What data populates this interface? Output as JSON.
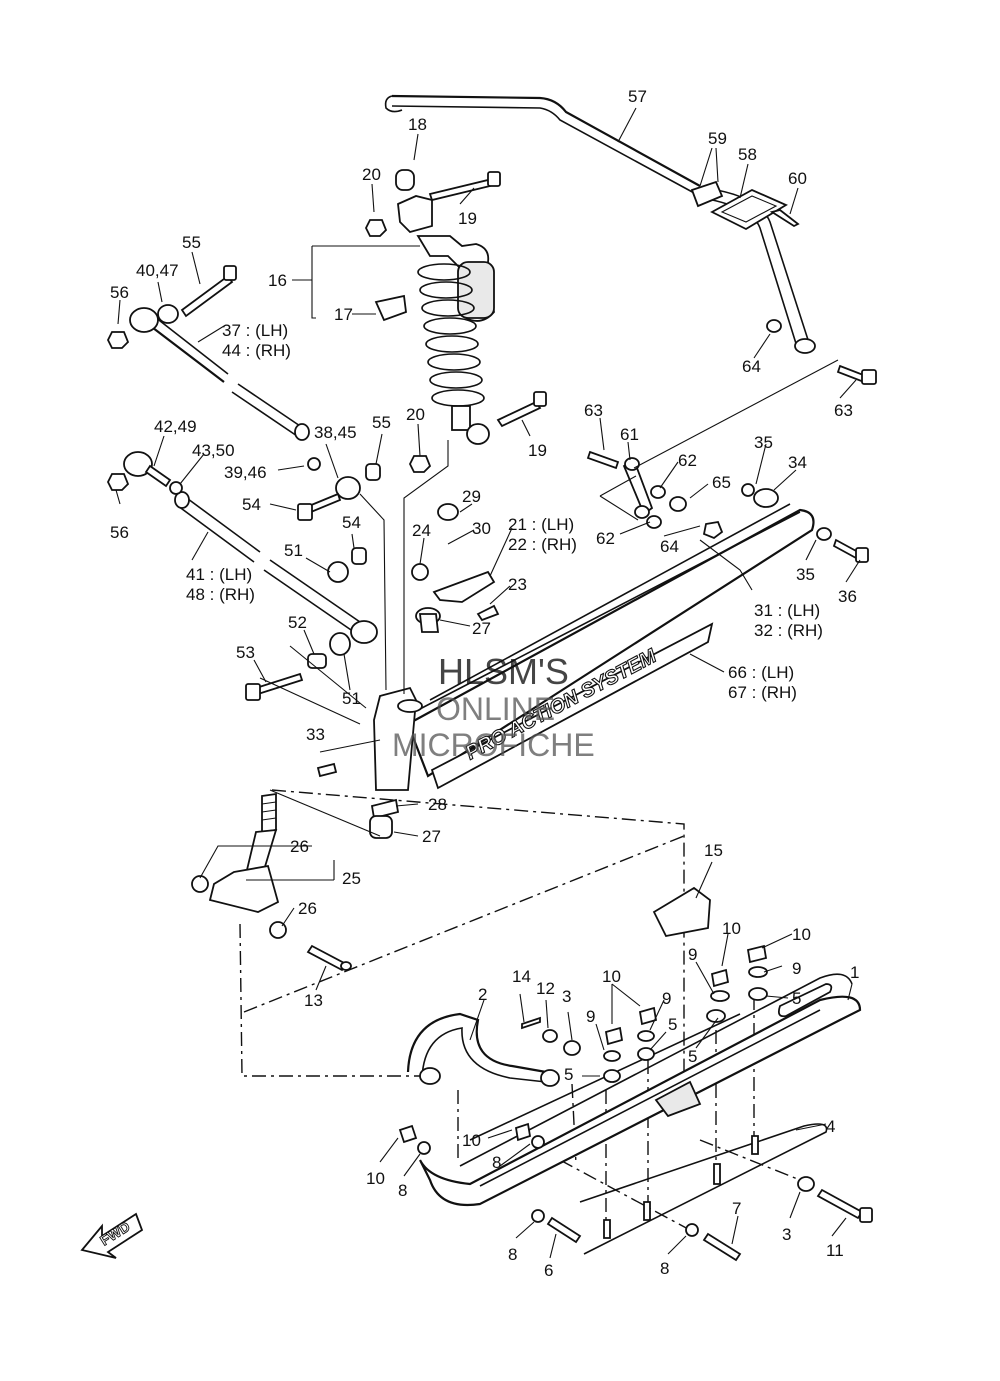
{
  "watermark": {
    "line1": "HLSM'S",
    "line2": "ONLINE",
    "line3": "MICROFICHE"
  },
  "decal_text": "PRO ACTION SYSTEM",
  "fwd_label": "FWD",
  "callouts": [
    {
      "id": "1",
      "text": "1"
    },
    {
      "id": "2",
      "text": "2"
    },
    {
      "id": "3a",
      "text": "3"
    },
    {
      "id": "3b",
      "text": "3"
    },
    {
      "id": "4",
      "text": "4"
    },
    {
      "id": "5a",
      "text": "5"
    },
    {
      "id": "5b",
      "text": "5"
    },
    {
      "id": "5c",
      "text": "5"
    },
    {
      "id": "5d",
      "text": "5"
    },
    {
      "id": "6",
      "text": "6"
    },
    {
      "id": "7",
      "text": "7"
    },
    {
      "id": "8a",
      "text": "8"
    },
    {
      "id": "8b",
      "text": "8"
    },
    {
      "id": "8c",
      "text": "8"
    },
    {
      "id": "8d",
      "text": "8"
    },
    {
      "id": "9a",
      "text": "9"
    },
    {
      "id": "9b",
      "text": "9"
    },
    {
      "id": "9c",
      "text": "9"
    },
    {
      "id": "9d",
      "text": "9"
    },
    {
      "id": "10a",
      "text": "10"
    },
    {
      "id": "10b",
      "text": "10"
    },
    {
      "id": "10c",
      "text": "10"
    },
    {
      "id": "10d",
      "text": "10"
    },
    {
      "id": "10e",
      "text": "10"
    },
    {
      "id": "11",
      "text": "11"
    },
    {
      "id": "12",
      "text": "12"
    },
    {
      "id": "13",
      "text": "13"
    },
    {
      "id": "14",
      "text": "14"
    },
    {
      "id": "15",
      "text": "15"
    },
    {
      "id": "16",
      "text": "16"
    },
    {
      "id": "17",
      "text": "17"
    },
    {
      "id": "18",
      "text": "18"
    },
    {
      "id": "19a",
      "text": "19"
    },
    {
      "id": "19b",
      "text": "19"
    },
    {
      "id": "20a",
      "text": "20"
    },
    {
      "id": "20b",
      "text": "20"
    },
    {
      "id": "21",
      "text": "21 : (LH)"
    },
    {
      "id": "22",
      "text": "22 : (RH)"
    },
    {
      "id": "23",
      "text": "23"
    },
    {
      "id": "24",
      "text": "24"
    },
    {
      "id": "25",
      "text": "25"
    },
    {
      "id": "26a",
      "text": "26"
    },
    {
      "id": "26b",
      "text": "26"
    },
    {
      "id": "27a",
      "text": "27"
    },
    {
      "id": "27b",
      "text": "27"
    },
    {
      "id": "28",
      "text": "28"
    },
    {
      "id": "29",
      "text": "29"
    },
    {
      "id": "30",
      "text": "30"
    },
    {
      "id": "31",
      "text": "31 : (LH)"
    },
    {
      "id": "32",
      "text": "32 : (RH)"
    },
    {
      "id": "33",
      "text": "33"
    },
    {
      "id": "34",
      "text": "34"
    },
    {
      "id": "35a",
      "text": "35"
    },
    {
      "id": "35b",
      "text": "35"
    },
    {
      "id": "36",
      "text": "36"
    },
    {
      "id": "37",
      "text": "37 : (LH)"
    },
    {
      "id": "44",
      "text": "44 : (RH)"
    },
    {
      "id": "38_45",
      "text": "38,45"
    },
    {
      "id": "39_46",
      "text": "39,46"
    },
    {
      "id": "40_47",
      "text": "40,47"
    },
    {
      "id": "41",
      "text": "41 : (LH)"
    },
    {
      "id": "48",
      "text": "48 : (RH)"
    },
    {
      "id": "42_49",
      "text": "42,49"
    },
    {
      "id": "43_50",
      "text": "43,50"
    },
    {
      "id": "51a",
      "text": "51"
    },
    {
      "id": "51b",
      "text": "51"
    },
    {
      "id": "52",
      "text": "52"
    },
    {
      "id": "53",
      "text": "53"
    },
    {
      "id": "54a",
      "text": "54"
    },
    {
      "id": "54b",
      "text": "54"
    },
    {
      "id": "55a",
      "text": "55"
    },
    {
      "id": "55b",
      "text": "55"
    },
    {
      "id": "56a",
      "text": "56"
    },
    {
      "id": "56b",
      "text": "56"
    },
    {
      "id": "57",
      "text": "57"
    },
    {
      "id": "58",
      "text": "58"
    },
    {
      "id": "59",
      "text": "59"
    },
    {
      "id": "60",
      "text": "60"
    },
    {
      "id": "61",
      "text": "61"
    },
    {
      "id": "62a",
      "text": "62"
    },
    {
      "id": "62b",
      "text": "62"
    },
    {
      "id": "63a",
      "text": "63"
    },
    {
      "id": "63b",
      "text": "63"
    },
    {
      "id": "64a",
      "text": "64"
    },
    {
      "id": "64b",
      "text": "64"
    },
    {
      "id": "65",
      "text": "65"
    },
    {
      "id": "66",
      "text": "66 : (LH)"
    },
    {
      "id": "67",
      "text": "67 : (RH)"
    }
  ]
}
